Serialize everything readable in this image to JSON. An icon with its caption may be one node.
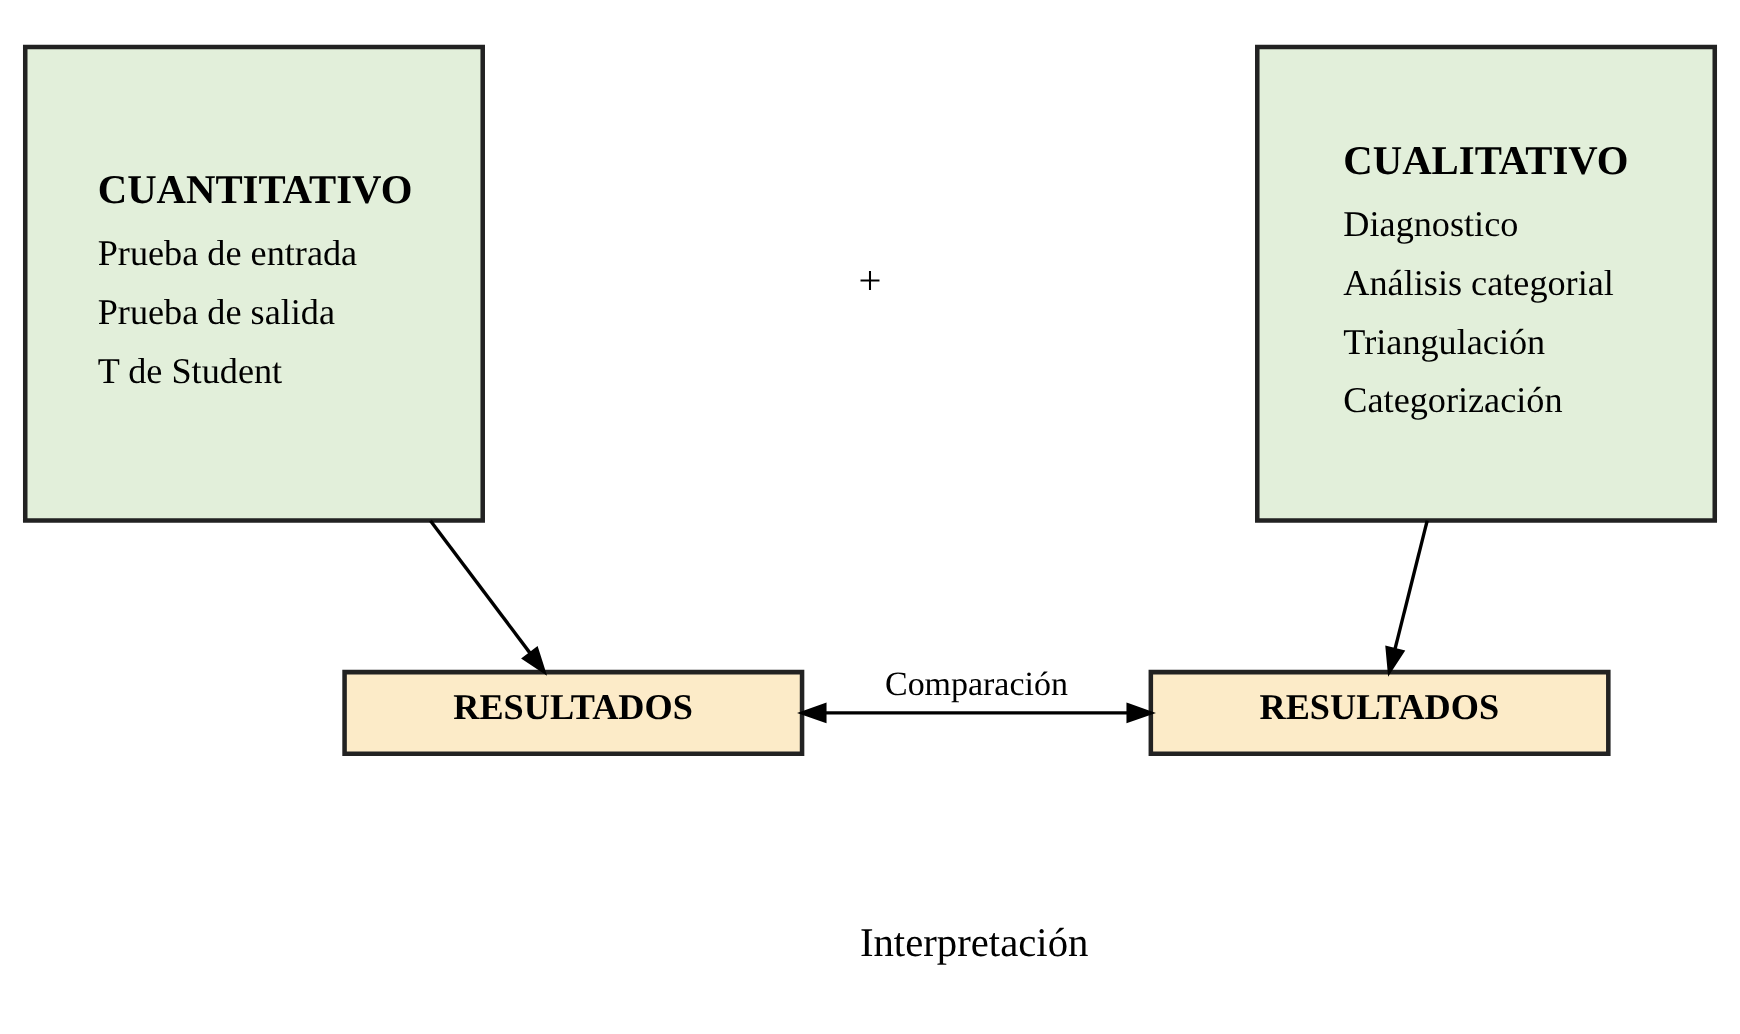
{
  "diagram": {
    "nodes": [
      {
        "text": [
          "CUANTITATIVO",
          "Prueba de entrada",
          "Prueba de salida",
          "T de Student"
        ]
      },
      {
        "text": [
          "CUALITATIVO",
          "Diagnostico",
          "Análisis categorial",
          "Triangulación",
          "Categorización"
        ]
      },
      {
        "text": [
          "RESULTADOS"
        ]
      },
      {
        "text": [
          "RESULTADOS"
        ]
      }
    ],
    "edges": [
      {
        "from": 0,
        "to": 2,
        "arrow": "to"
      },
      {
        "from": 1,
        "to": 3,
        "arrow": "to"
      },
      {
        "from": 2,
        "to": 3,
        "arrow": "both",
        "label": "Comparación"
      }
    ],
    "labels": [
      "+",
      "Interpretación"
    ]
  }
}
